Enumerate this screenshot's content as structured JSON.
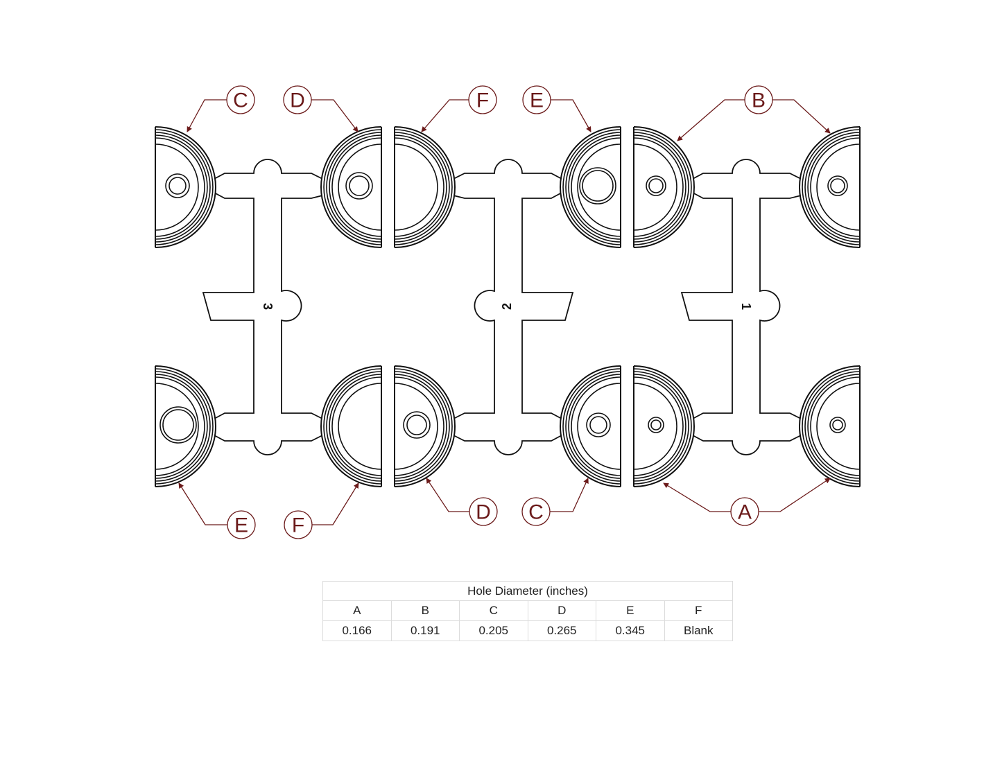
{
  "colors": {
    "callout": "#6b1a1a",
    "line": "#111111"
  },
  "sprues": [
    {
      "number": "3",
      "discs": {
        "top_left": "C",
        "top_right": "D",
        "bottom_left": "E",
        "bottom_right": "F"
      },
      "mirrored": false
    },
    {
      "number": "2",
      "discs": {
        "top_left": "F",
        "top_right": "E",
        "bottom_left": "D",
        "bottom_right": "C"
      },
      "mirrored": true
    },
    {
      "number": "1",
      "discs": {
        "top_left": "B",
        "top_right": "B",
        "bottom_left": "A",
        "bottom_right": "A"
      },
      "mirrored": false
    }
  ],
  "callouts": [
    {
      "letter": "C"
    },
    {
      "letter": "D"
    },
    {
      "letter": "F"
    },
    {
      "letter": "E"
    },
    {
      "letter": "B"
    },
    {
      "letter": "E"
    },
    {
      "letter": "F"
    },
    {
      "letter": "D"
    },
    {
      "letter": "C"
    },
    {
      "letter": "A"
    }
  ],
  "table": {
    "title": "Hole Diameter (inches)",
    "headers": [
      "A",
      "B",
      "C",
      "D",
      "E",
      "F"
    ],
    "values": [
      "0.166",
      "0.191",
      "0.205",
      "0.265",
      "0.345",
      "Blank"
    ]
  }
}
